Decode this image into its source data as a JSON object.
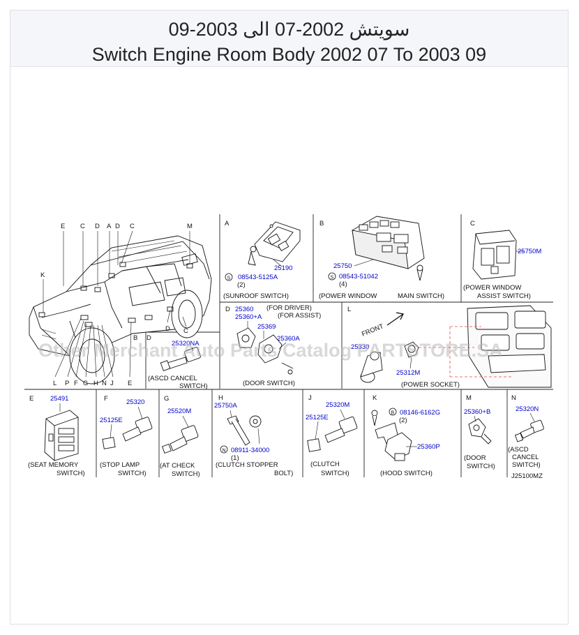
{
  "header": {
    "title_ar": "سويتش 2002-07 الى 2003-09",
    "title_en": "Switch Engine Room Body 2002 07 To 2003 09"
  },
  "watermark": "Other Merchant Auto Parts Catalog PARTSTORE.SA",
  "vehicle": {
    "callouts_top": [
      "E",
      "C",
      "D",
      "A",
      "D",
      "C",
      "M"
    ],
    "callout_k": "K",
    "callouts_bottom": [
      "L",
      "P",
      "F",
      "G",
      "H",
      "N",
      "J",
      "E"
    ],
    "callouts_mid": [
      "D",
      "C",
      "D",
      "B"
    ]
  },
  "sections": {
    "A": {
      "letter": "A",
      "parts": [
        "25190",
        "08543-5125A"
      ],
      "qty": "(2)",
      "screw_symbol": "S",
      "caption": "(SUNROOF  SWITCH)"
    },
    "B": {
      "letter": "B",
      "parts": [
        "25750",
        "08543-51042"
      ],
      "qty": "(4)",
      "screw_symbol": "S",
      "caption_left": "(POWER  WINDOW",
      "caption_right": "MAIN  SWITCH)"
    },
    "C": {
      "letter": "C",
      "parts": [
        "25750M"
      ],
      "caption_1": "(POWER  WINDOW",
      "caption_2": "ASSIST  SWITCH)"
    },
    "D": {
      "letter": "D",
      "parts": [
        "25360",
        "25360+A",
        "25369",
        "25360A"
      ],
      "note_driver": "(FOR  DRIVER)",
      "note_assist": "(FOR  ASSIST)",
      "caption": "(DOOR  SWITCH)"
    },
    "L": {
      "letter": "L",
      "front": "FRONT",
      "parts": [
        "25312M",
        "25330"
      ],
      "caption": "(POWER  SOCKET)"
    },
    "ascd_top": {
      "parts": [
        "25320NA"
      ],
      "letters": [
        "D",
        "B"
      ],
      "caption_1": "(ASCD  CANCEL",
      "caption_2": "SWITCH)"
    },
    "E": {
      "letter": "E",
      "parts": [
        "25491"
      ],
      "caption_1": "(SEAT  MEMORY",
      "caption_2": "SWITCH)"
    },
    "F": {
      "letter": "F",
      "parts": [
        "25320",
        "25125E"
      ],
      "caption_1": "(STOP  LAMP",
      "caption_2": "SWITCH)"
    },
    "G": {
      "letter": "G",
      "parts": [
        "25520M"
      ],
      "caption_1": "(AT  CHECK",
      "caption_2": "SWITCH)"
    },
    "H": {
      "letter": "H",
      "parts": [
        "25750A",
        "08911-34000"
      ],
      "qty": "(1)",
      "nut_symbol": "N",
      "caption_1": "(CLUTCH  STOPPER",
      "caption_2": "BOLT)"
    },
    "J": {
      "letter": "J",
      "parts": [
        "25320M",
        "25125E"
      ],
      "caption_1": "(CLUTCH",
      "caption_2": "SWITCH)"
    },
    "K": {
      "letter": "K",
      "parts": [
        "08146-6162G",
        "25360P"
      ],
      "qty": "(2)",
      "bolt_symbol": "B",
      "caption": "(HOOD  SWITCH)"
    },
    "M": {
      "letter": "M",
      "parts": [
        "25360+B"
      ],
      "caption_1": "(DOOR",
      "caption_2": "SWITCH)"
    },
    "N": {
      "letter": "N",
      "parts": [
        "25320N"
      ],
      "caption_1": "(ASCD",
      "caption_2": "CANCEL",
      "caption_3": "SWITCH)"
    }
  },
  "diagram_code": "J25100MZ",
  "colors": {
    "part_number": "#0000cc",
    "line": "#111111",
    "header_bg": "#f5f6fa",
    "front_guide": "#e0474c"
  }
}
